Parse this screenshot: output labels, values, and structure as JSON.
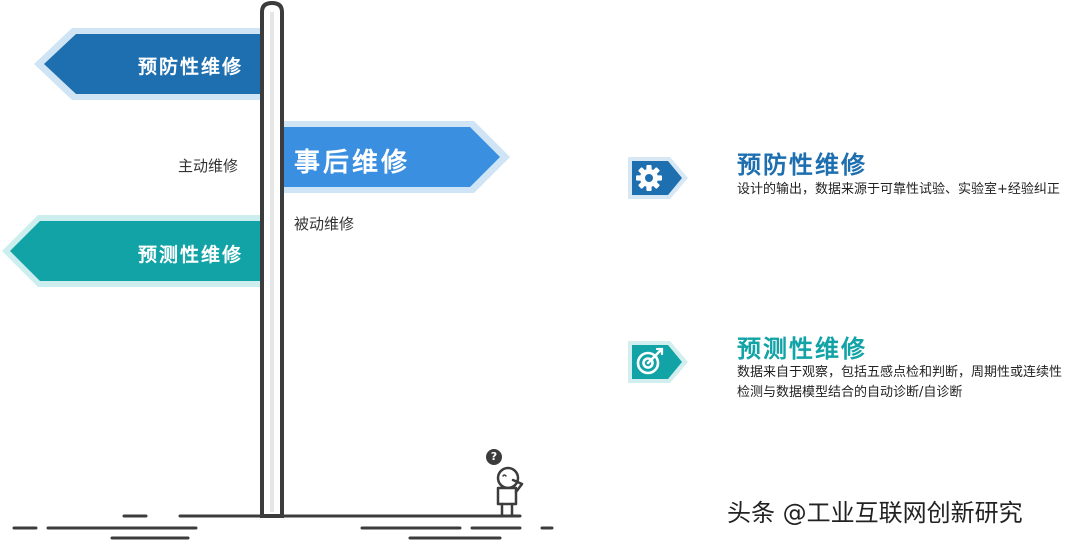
{
  "signs": {
    "preventive": {
      "label": "预防性维修"
    },
    "after_fact": {
      "label": "事后维修"
    },
    "predictive": {
      "label": "预测性维修"
    }
  },
  "side_labels": {
    "active": "主动维修",
    "passive": "被动维修"
  },
  "cards": [
    {
      "title": "预防性维修",
      "icon": "gear-icon",
      "description": "设计的输出，数据来源于可靠性试验、实验室+经验纠正"
    },
    {
      "title": "预测性维修",
      "icon": "target-icon",
      "description": "数据来自于观察，包括五感点检和判断，周期性或连续性检测与数据模型结合的自动诊断/自诊断"
    }
  ],
  "figure_mark": "?",
  "watermark": "头条 @工业互联网创新研究",
  "colors": {
    "preventive_blue": "#1e6fb0",
    "after_fact_blue": "#3a8fe0",
    "predictive_teal": "#12a3a7",
    "pole": "#3c3c3c"
  }
}
